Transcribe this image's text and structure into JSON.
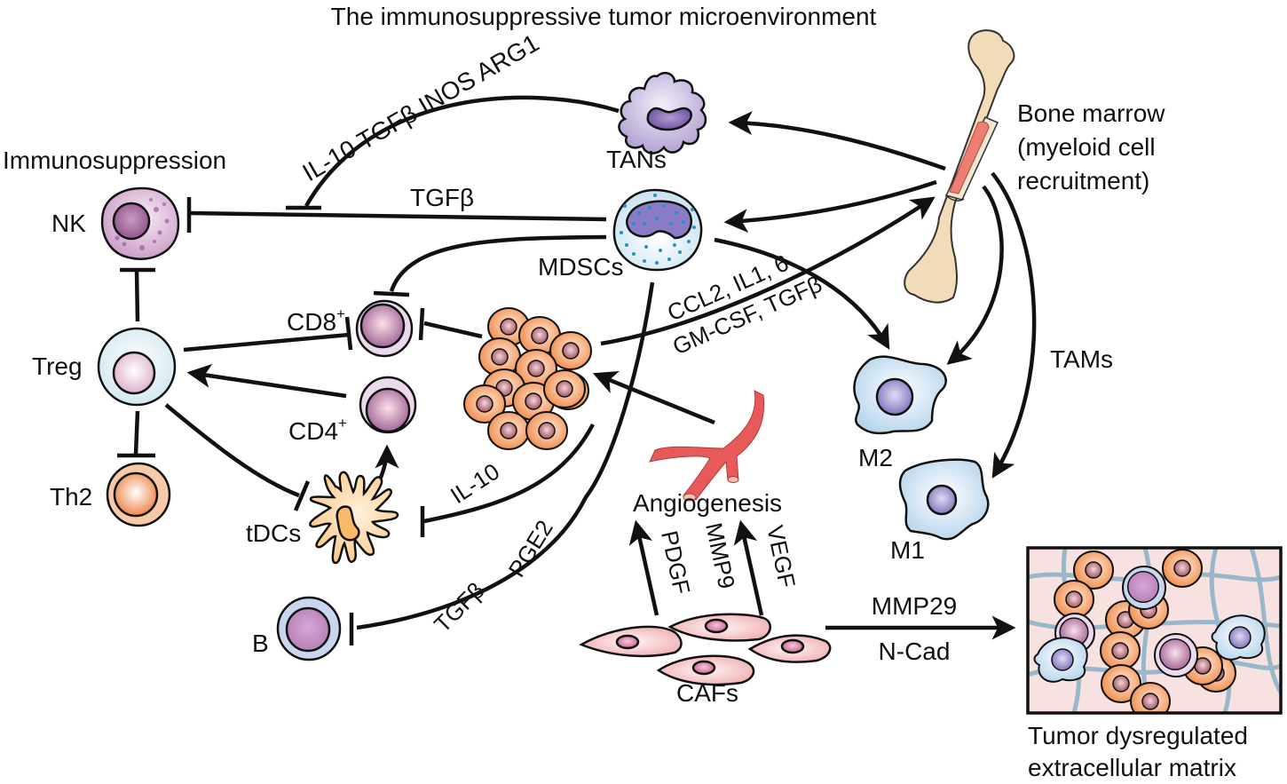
{
  "title": "The immunosuppressive tumor microenvironment",
  "section_label": "Immunosuppression",
  "cells": {
    "nk": "NK",
    "treg": "Treg",
    "th2": "Th2",
    "cd8": "CD8",
    "cd8_sup": "+",
    "cd4": "CD4",
    "cd4_sup": "+",
    "tdcs": "tDCs",
    "b": "B",
    "tans": "TANs",
    "mdscs": "MDSCs",
    "m2": "M2",
    "m1": "M1",
    "tams": "TAMs",
    "cafs": "CAFs"
  },
  "bone_marrow": {
    "line1": "Bone marrow",
    "line2": "(myeloid cell",
    "line3": "recruitment)"
  },
  "angiogenesis": "Angiogenesis",
  "mediators": {
    "tan_to_nk": "IL-10 TGFβ INOS ARG1",
    "mdsc_to_nk": "TGFβ",
    "tumor_to_bm_top": "CCL2, IL1, 6",
    "tumor_to_bm_bottom": "GM-CSF, TGFβ",
    "il10": "IL-10",
    "tgfb_b": "TGFβ",
    "pge2": "PGE2",
    "pdgf": "PDGF",
    "mmp9": "MMP9",
    "vegf": "VEGF",
    "mmp29": "MMP29",
    "ncad": "N-Cad"
  },
  "ecm": {
    "line1": "Tumor dysregulated",
    "line2": "extracellular matrix"
  },
  "colors": {
    "nk_fill": "#dcb5d8",
    "treg_fill": "#dcedf2",
    "th2_fill": "#f39a5e",
    "t_cell_outer": "#eadaec",
    "t_cell_nucleus": "#b07aa6",
    "b_outer": "#c8d6ee",
    "tdc_fill": "#fcd9a3",
    "tan_fill": "#c4b5dc",
    "mdsc_fill": "#d7ebf5",
    "mdsc_dots": "#2a8fc9",
    "macrophage_fill": "#c8e0f2",
    "macrophage_nucleus": "#8a80c4",
    "tumor_fill": "#f5a56b",
    "tumor_nucleus": "#a85a62",
    "vessel": "#e85a5a",
    "caf_fill": "#f4c2c2",
    "bone": "#f2dcb8",
    "marrow": "#ee7e72",
    "ecm_bg": "#f8e1e1",
    "ecm_fiber": "#8fb3c8"
  }
}
